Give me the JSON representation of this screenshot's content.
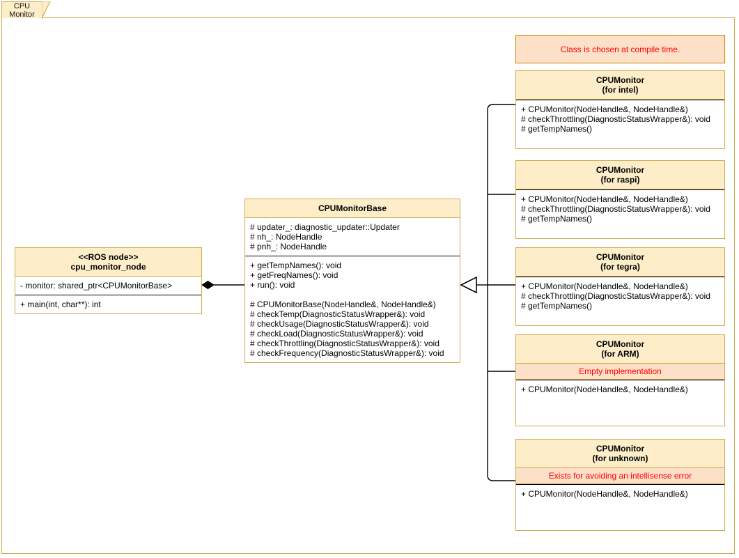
{
  "package": {
    "tab_line1": "CPU",
    "tab_line2": "Monitor"
  },
  "colors": {
    "frame_border": "#cdaa4e",
    "class_header_bg": "#fdeec9",
    "class_border": "#cdaa4e",
    "note_bg": "#fde0c8",
    "note_border": "#d08000",
    "note_text": "#ff0000",
    "line": "#000000",
    "body_bg": "#ffffff"
  },
  "ros_node": {
    "stereotype": "<<ROS node>>",
    "name": "cpu_monitor_node",
    "attributes": [
      "- monitor: shared_ptr<CPUMonitorBase>"
    ],
    "operations": [
      "+ main(int, char**): int"
    ]
  },
  "base_class": {
    "name": "CPUMonitorBase",
    "attributes": [
      "# updater_: diagnostic_updater::Updater",
      "# nh_: NodeHandle",
      "# pnh_: NodeHandle"
    ],
    "operations_public": [
      "+ getTempNames(): void",
      "+ getFreqNames(): void",
      "+ run(): void"
    ],
    "operations_protected": [
      "# CPUMonitorBase(NodeHandle&, NodeHandle&)",
      "# checkTemp(DiagnosticStatusWrapper&): void",
      "# checkUsage(DiagnosticStatusWrapper&): void",
      "# checkLoad(DiagnosticStatusWrapper&): void",
      "# checkThrottling(DiagnosticStatusWrapper&): void",
      "# checkFrequency(DiagnosticStatusWrapper&): void"
    ]
  },
  "compile_note": {
    "text": "Class is chosen at compile time."
  },
  "subclasses": {
    "intel": {
      "name": "CPUMonitor",
      "variant": "(for intel)",
      "operations": [
        "+ CPUMonitor(NodeHandle&, NodeHandle&)",
        "# checkThrottling(DiagnosticStatusWrapper&): void",
        "# getTempNames()"
      ]
    },
    "raspi": {
      "name": "CPUMonitor",
      "variant": "(for raspi)",
      "operations": [
        "+ CPUMonitor(NodeHandle&, NodeHandle&)",
        "# checkThrottling(DiagnosticStatusWrapper&): void",
        "# getTempNames()"
      ]
    },
    "tegra": {
      "name": "CPUMonitor",
      "variant": "(for tegra)",
      "operations": [
        "+ CPUMonitor(NodeHandle&, NodeHandle&)",
        "# checkThrottling(DiagnosticStatusWrapper&): void",
        "# getTempNames()"
      ]
    },
    "arm": {
      "name": "CPUMonitor",
      "variant": "(for ARM)",
      "note": "Empty implementation",
      "operations": [
        "+ CPUMonitor(NodeHandle&, NodeHandle&)"
      ]
    },
    "unknown": {
      "name": "CPUMonitor",
      "variant": "(for unknown)",
      "note": "Exists for avoiding an intellisense error",
      "operations": [
        "+ CPUMonitor(NodeHandle&, NodeHandle&)"
      ]
    }
  },
  "relations": {
    "composition_label": "composition-diamond",
    "generalization_label": "generalization-triangle"
  }
}
